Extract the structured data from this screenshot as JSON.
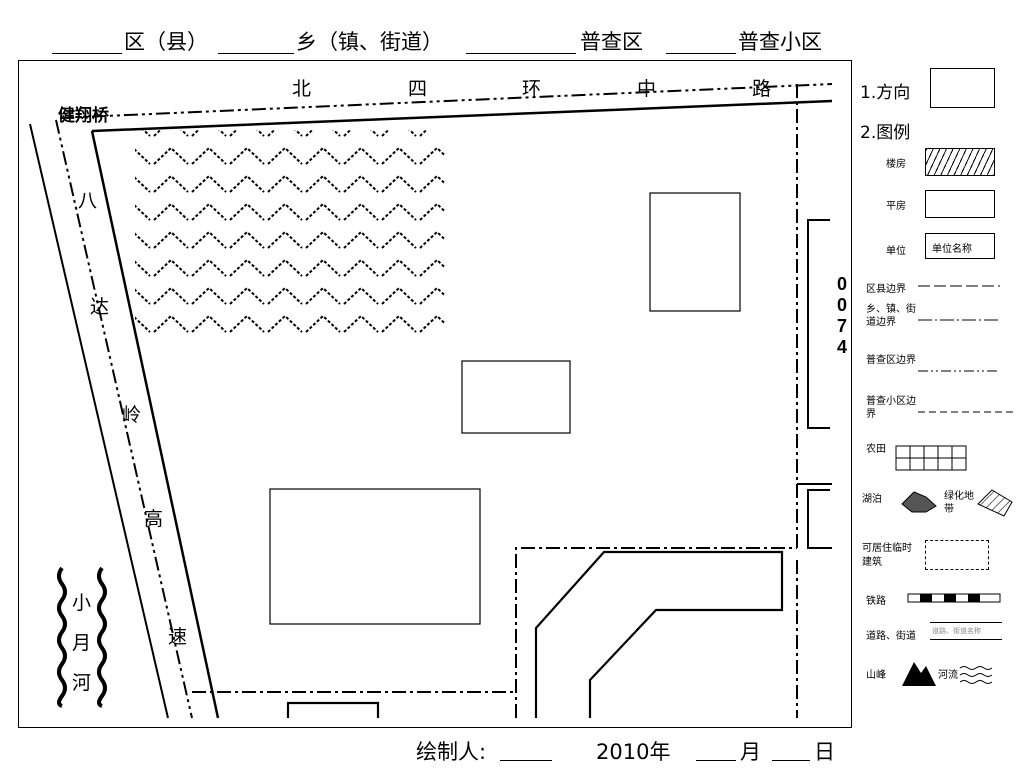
{
  "header": {
    "district": "区（县）",
    "township": "乡（镇、街道）",
    "census_area": "普查区",
    "census_subarea": "普查小区"
  },
  "map": {
    "north_road_chars": [
      "北",
      "四",
      "环",
      "中",
      "路"
    ],
    "bridge": "健翔桥",
    "west_road_chars": [
      "八",
      "达",
      "岭",
      "高",
      "速"
    ],
    "river_chars": [
      "小",
      "月",
      "河"
    ],
    "plot_number": [
      "0",
      "0",
      "7",
      "4"
    ]
  },
  "legend": {
    "direction": "1.方向",
    "legend_title": "2.图例",
    "building_multi": "楼房",
    "building_single": "平房",
    "unit": "单位",
    "unit_name": "单位名称",
    "district_boundary": "区县边界",
    "township_boundary": "乡、镇、街道边界",
    "census_boundary": "普查区边界",
    "subarea_boundary": "普查小区边界",
    "farmland": "农田",
    "lake": "湖泊",
    "greenbelt": "绿化地带",
    "temp_building": "可居住临时建筑",
    "railway": "铁路",
    "road_street": "道路、街道",
    "road_name": "道路、街道名称",
    "mountain": "山峰",
    "river": "河流"
  },
  "footer": {
    "drawer": "绘制人:",
    "year": "2010年",
    "month": "月",
    "day": "日"
  }
}
